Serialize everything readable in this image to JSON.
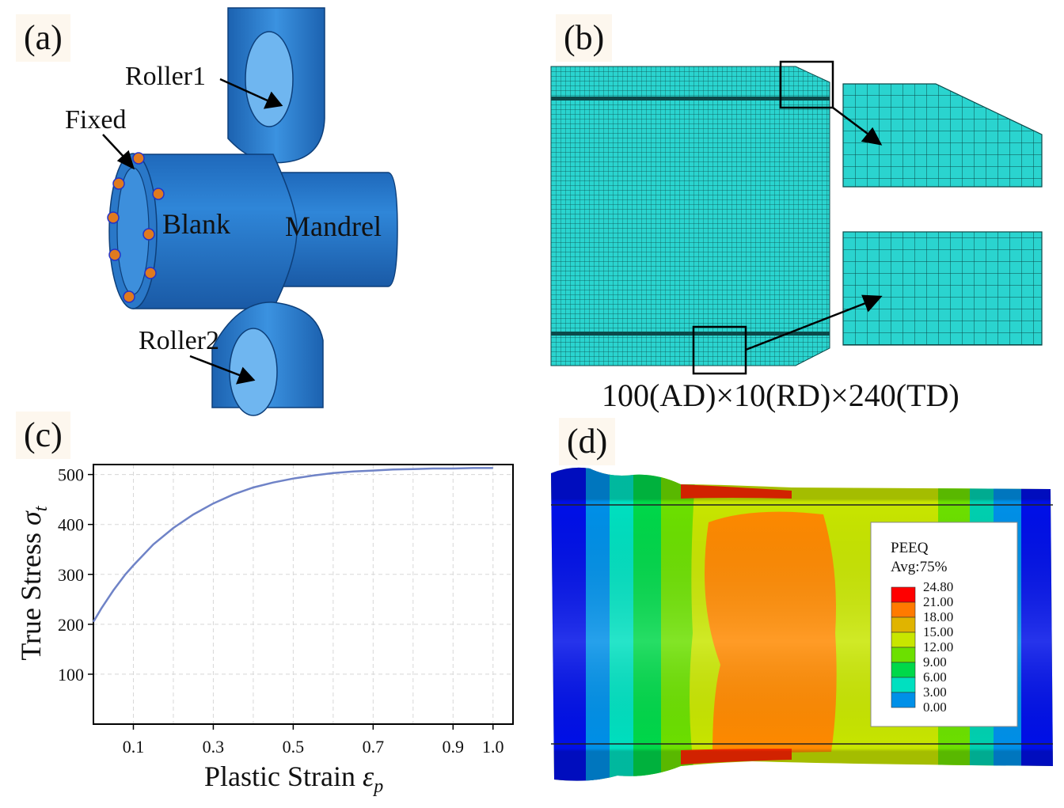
{
  "panels": {
    "a": {
      "label": "(a)",
      "roller1": "Roller1",
      "fixed": "Fixed",
      "blank": "Blank",
      "mandrel": "Mandrel",
      "roller2": "Roller2",
      "colors": {
        "part": "#2f7fd0",
        "part_dark": "#1b5ea8",
        "constraint": "#e07a1f"
      }
    },
    "b": {
      "label": "(b)",
      "mesh_caption": "100(AD)×10(RD)×240(TD)",
      "colors": {
        "mesh": "#2ad4cf",
        "grid": "#0b4a4a"
      }
    },
    "c": {
      "label": "(c)",
      "ylabel_main": "True Stress ",
      "ylabel_sym": "σ",
      "ylabel_sub": "t",
      "xlabel_main": "Plastic Strain ",
      "xlabel_sym": "ε",
      "xlabel_sub": "p",
      "line_color": "#6f83c7"
    },
    "d": {
      "label": "(d)",
      "legend_title": "PEEQ",
      "legend_avg": "Avg:75%",
      "legend_values": [
        "24.80",
        "21.00",
        "18.00",
        "15.00",
        "12.00",
        "9.00",
        "6.00",
        "3.00",
        "0.00"
      ],
      "legend_colors": [
        "#ff0000",
        "#ff7a00",
        "#e0b400",
        "#c8e600",
        "#6ce000",
        "#00d84a",
        "#00e0c0",
        "#0090e8",
        "#0010e8"
      ]
    }
  },
  "chart_data": {
    "type": "line",
    "title": "",
    "xlabel": "Plastic Strain εp",
    "ylabel": "True Stress σt",
    "xlim": [
      0.0,
      1.05
    ],
    "ylim": [
      0,
      520
    ],
    "xticks": [
      "0.1",
      "0.3",
      "0.5",
      "0.7",
      "0.9",
      "1.0"
    ],
    "xtick_values": [
      0.1,
      0.3,
      0.5,
      0.7,
      0.9,
      1.0
    ],
    "yticks": [
      "100",
      "200",
      "300",
      "400",
      "500"
    ],
    "ytick_values": [
      100,
      200,
      300,
      400,
      500
    ],
    "grid": true,
    "series": [
      {
        "x": [
          0.0,
          0.02,
          0.05,
          0.08,
          0.1,
          0.15,
          0.2,
          0.25,
          0.3,
          0.35,
          0.4,
          0.45,
          0.5,
          0.55,
          0.6,
          0.65,
          0.7,
          0.75,
          0.8,
          0.85,
          0.9,
          0.95,
          1.0
        ],
        "y": [
          205,
          232,
          268,
          300,
          318,
          360,
          393,
          420,
          442,
          460,
          474,
          484,
          492,
          498,
          503,
          506,
          508,
          510,
          511,
          512,
          512,
          513,
          513
        ]
      }
    ]
  }
}
